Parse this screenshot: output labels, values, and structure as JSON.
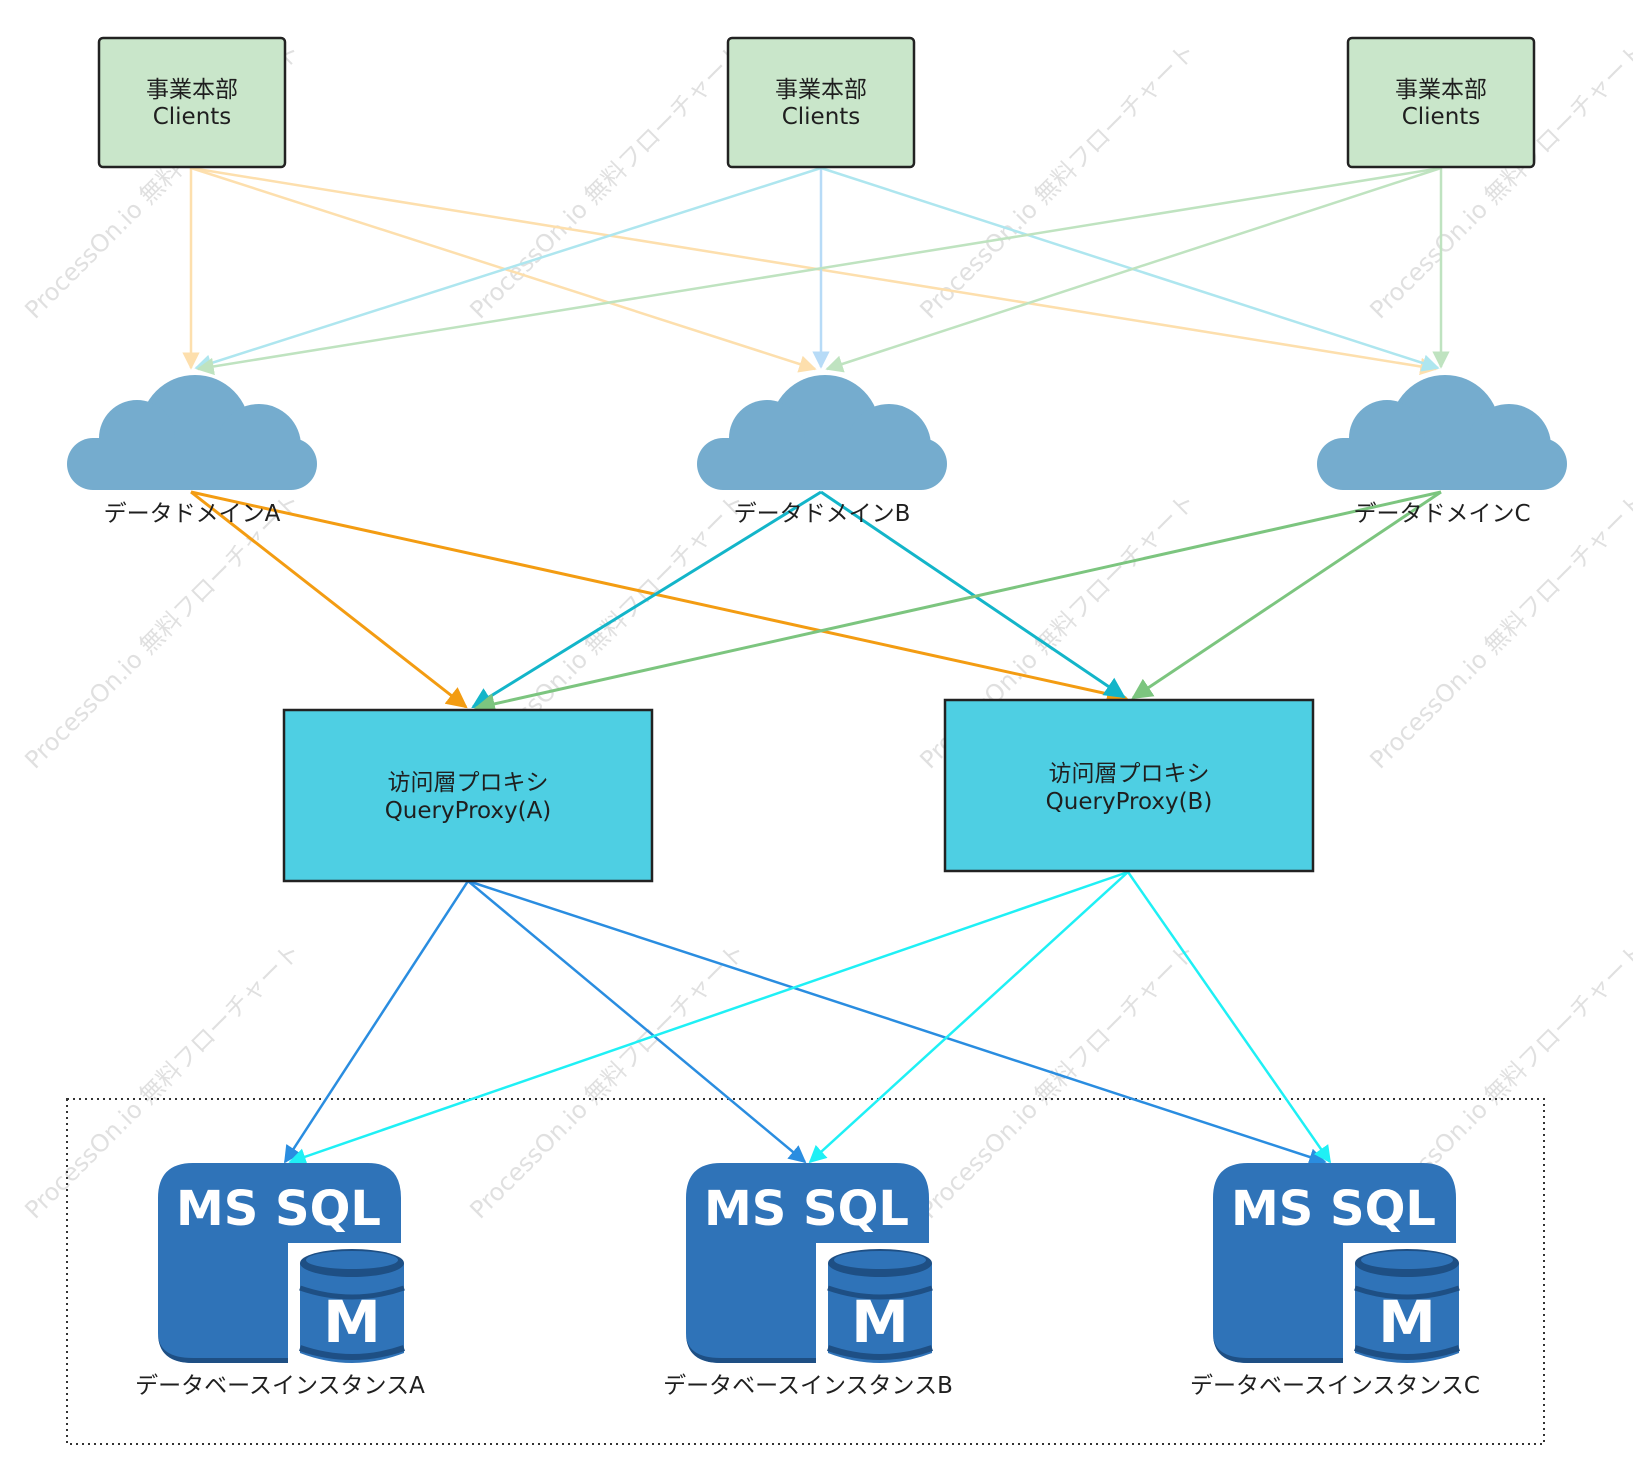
{
  "clients": [
    {
      "line1": "事業本部",
      "line2": "Clients"
    },
    {
      "line1": "事業本部",
      "line2": "Clients"
    },
    {
      "line1": "事業本部",
      "line2": "Clients"
    }
  ],
  "domains": [
    {
      "label": "データドメインA"
    },
    {
      "label": "データドメインB"
    },
    {
      "label": "データドメインC"
    }
  ],
  "proxies": [
    {
      "line1": "访问層プロキシ",
      "line2": "QueryProxy(A)"
    },
    {
      "line1": "访问層プロキシ",
      "line2": "QueryProxy(B)"
    }
  ],
  "databases": [
    {
      "logo_text": "MS SQL",
      "badge": "M",
      "label": "データベースインスタンスA"
    },
    {
      "logo_text": "MS SQL",
      "badge": "M",
      "label": "データベースインスタンスB"
    },
    {
      "logo_text": "MS SQL",
      "badge": "M",
      "label": "データベースインスタンスC"
    }
  ],
  "watermark": "ProcessOn.io 無料フローチャート",
  "colors": {
    "client_fill": "#c9e6ca",
    "cloud_fill": "#75acce",
    "proxy_fill": "#4ecfe3",
    "db_fill": "#2f73b8",
    "db_dark": "#1e4f84",
    "client_edge_a": "#fddfad",
    "client_edge_b": "#aee6ef",
    "client_edge_b_mid": "#b7dbf7",
    "client_edge_c": "#bfe3c0",
    "domain_edge_a": "#f39c12",
    "domain_edge_b": "#13b5c9",
    "domain_edge_c": "#7cc57f",
    "proxy_edge_a": "#2a8de0",
    "proxy_edge_b": "#1ff0f5"
  }
}
